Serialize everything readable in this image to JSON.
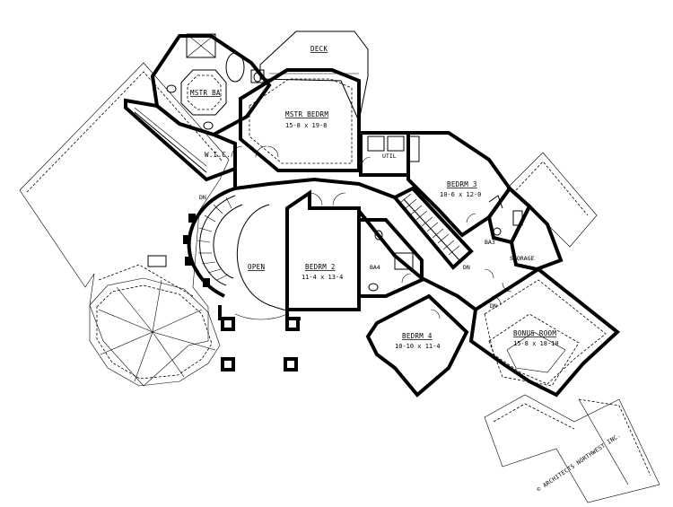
{
  "plan": {
    "rooms": {
      "deck": {
        "name": "DECK"
      },
      "master_bath": {
        "name": "MSTR BA"
      },
      "master_bedroom": {
        "name": "MSTR BEDRM",
        "size": "15-8 x 19-8"
      },
      "walk_in_closet": {
        "name": "W.I.C."
      },
      "utility": {
        "name": "UTIL"
      },
      "bedroom_3": {
        "name": "BEDRM 3",
        "size": "10-6 x 12-0"
      },
      "bath_3": {
        "name": "BA3"
      },
      "storage": {
        "name": "STORAGE"
      },
      "open": {
        "name": "OPEN"
      },
      "bedroom_2": {
        "name": "BEDRM 2",
        "size": "11-4 x 13-4"
      },
      "bath_4": {
        "name": "BA4"
      },
      "bedroom_4": {
        "name": "BEDRM 4",
        "size": "10-10 x 11-4"
      },
      "bonus_room": {
        "name": "BONUS ROOM",
        "size": "15-8 x 18-10"
      }
    },
    "stair_labels": {
      "dn_curved": "DN",
      "dn_straight": "DN",
      "dn_bonus": "DN"
    },
    "copyright": "© ARCHITECTS NORTHWEST INC."
  }
}
